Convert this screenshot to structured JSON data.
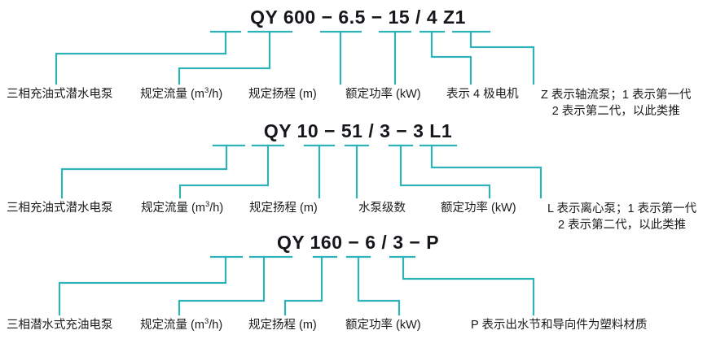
{
  "theme": {
    "leader_color": "#2fb3b8",
    "text_color": "#1b1b1b",
    "code_color": "#16161c",
    "background": "#ffffff"
  },
  "diagrams": [
    {
      "id": "qy600",
      "code": "QY 600 − 6.5 − 15 / 4 Z1",
      "code_parts": [
        "QY",
        "600",
        "6.5",
        "15",
        "4",
        "Z1"
      ],
      "labels": [
        {
          "text": "三相充油式潜水电泵"
        },
        {
          "text": "规定流量 (m",
          "sup": "3",
          "text2": "/h)"
        },
        {
          "text": "规定扬程 (m)"
        },
        {
          "text": "额定功率 (kW)"
        },
        {
          "text": "表示 4 极电机"
        },
        {
          "text": "Z 表示轴流泵；1 表示第一代",
          "text2": "2 表示第二代，以此类推"
        }
      ]
    },
    {
      "id": "qy10",
      "code": "QY 10 − 51 / 3 − 3 L1",
      "code_parts": [
        "QY",
        "10",
        "51",
        "3",
        "3",
        "L1"
      ],
      "labels": [
        {
          "text": "三相充油式潜水电泵"
        },
        {
          "text": "规定流量 (m",
          "sup": "3",
          "text2": "/h)"
        },
        {
          "text": "规定扬程 (m)"
        },
        {
          "text": "水泵级数"
        },
        {
          "text": "额定功率 (kW)"
        },
        {
          "text": "L 表示离心泵；1 表示第一代",
          "text2": "2 表示第二代，以此类推"
        }
      ]
    },
    {
      "id": "qy160",
      "code": "QY 160 − 6 / 3 − P",
      "code_parts": [
        "QY",
        "160",
        "6",
        "3",
        "P"
      ],
      "labels": [
        {
          "text": "三相潜水式充油电泵"
        },
        {
          "text": "规定流量 (m",
          "sup": "3",
          "text2": "/h)"
        },
        {
          "text": "规定扬程 (m)"
        },
        {
          "text": "额定功率 (kW)"
        },
        {
          "text": "P 表示出水节和导向件为塑料材质"
        }
      ]
    }
  ]
}
